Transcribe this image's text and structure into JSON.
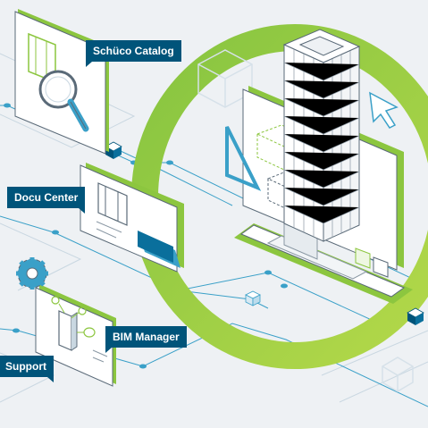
{
  "labels": {
    "schuco_catalog": "Schüco Catalog",
    "docu_center": "Docu Center",
    "bim_manager": "BIM Manager",
    "support": "Support"
  },
  "colors": {
    "background": "#eef1f4",
    "green": "#8cc63f",
    "dark_blue": "#00547a",
    "line_blue": "#3aa0c8",
    "outline": "#5a6a78"
  }
}
